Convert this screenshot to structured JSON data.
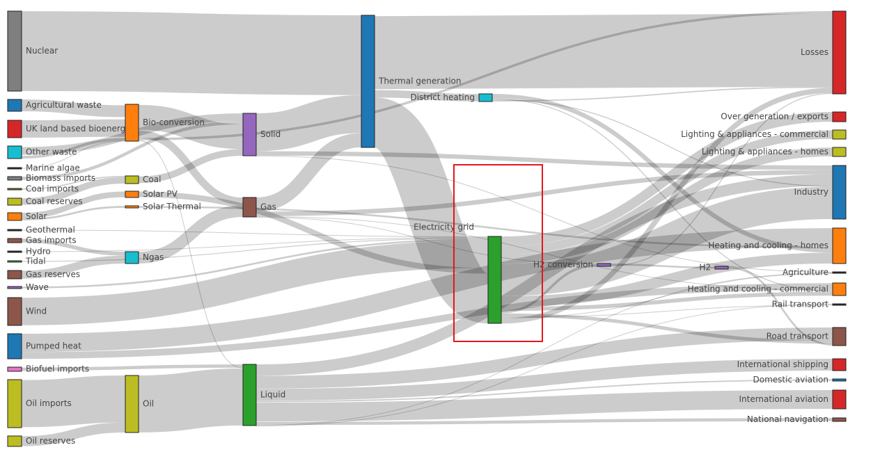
{
  "diagram": {
    "nodes": [
      {
        "id": "nuclear",
        "label": "Nuclear",
        "color": "#7f7f7f"
      },
      {
        "id": "agricultural-waste",
        "label": "Agricultural waste",
        "color": "#1f77b4"
      },
      {
        "id": "uk-land-based-bioenergy",
        "label": "UK land based bioenergy",
        "color": "#d62728"
      },
      {
        "id": "other-waste",
        "label": "Other waste",
        "color": "#17becf"
      },
      {
        "id": "marine-algae",
        "label": "Marine algae",
        "color": "#2b2b2b"
      },
      {
        "id": "biomass-imports",
        "label": "Biomass imports",
        "color": "#7f7f7f"
      },
      {
        "id": "coal-imports",
        "label": "Coal imports",
        "color": "#8c6d31"
      },
      {
        "id": "coal-reserves",
        "label": "Coal reserves",
        "color": "#bcbd22"
      },
      {
        "id": "solar",
        "label": "Solar",
        "color": "#ff7f0e"
      },
      {
        "id": "geothermal",
        "label": "Geothermal",
        "color": "#2b2b2b"
      },
      {
        "id": "gas-imports",
        "label": "Gas imports",
        "color": "#8c564b"
      },
      {
        "id": "hydro",
        "label": "Hydro",
        "color": "#2b2b2b"
      },
      {
        "id": "tidal",
        "label": "Tidal",
        "color": "#2ca02c"
      },
      {
        "id": "gas-reserves",
        "label": "Gas reserves",
        "color": "#8c564b"
      },
      {
        "id": "wave",
        "label": "Wave",
        "color": "#9467bd"
      },
      {
        "id": "wind",
        "label": "Wind",
        "color": "#8c564b"
      },
      {
        "id": "pumped-heat",
        "label": "Pumped heat",
        "color": "#1f77b4"
      },
      {
        "id": "biofuel-imports",
        "label": "Biofuel imports",
        "color": "#e377c2"
      },
      {
        "id": "oil-imports",
        "label": "Oil imports",
        "color": "#bcbd22"
      },
      {
        "id": "oil-reserves",
        "label": "Oil reserves",
        "color": "#bcbd22"
      },
      {
        "id": "bio-conversion",
        "label": "Bio-conversion",
        "color": "#ff7f0e"
      },
      {
        "id": "coal",
        "label": "Coal",
        "color": "#bcbd22"
      },
      {
        "id": "solar-pv",
        "label": "Solar PV",
        "color": "#ff7f0e"
      },
      {
        "id": "solar-thermal",
        "label": "Solar Thermal",
        "color": "#ff7f0e"
      },
      {
        "id": "ngas",
        "label": "Ngas",
        "color": "#17becf"
      },
      {
        "id": "oil",
        "label": "Oil",
        "color": "#bcbd22"
      },
      {
        "id": "solid",
        "label": "Solid",
        "color": "#9467bd"
      },
      {
        "id": "gas",
        "label": "Gas",
        "color": "#8c564b"
      },
      {
        "id": "liquid",
        "label": "Liquid",
        "color": "#2ca02c"
      },
      {
        "id": "thermal-generation",
        "label": "Thermal generation",
        "color": "#1f77b4"
      },
      {
        "id": "district-heating",
        "label": "District heating",
        "color": "#17becf"
      },
      {
        "id": "electricity-grid",
        "label": "Electricity grid",
        "color": "#2ca02c"
      },
      {
        "id": "h2-conversion",
        "label": "H2 conversion",
        "color": "#9467bd"
      },
      {
        "id": "h2",
        "label": "H2",
        "color": "#9467bd"
      },
      {
        "id": "losses",
        "label": "Losses",
        "color": "#d62728"
      },
      {
        "id": "over-generation-exports",
        "label": "Over generation / exports",
        "color": "#d62728"
      },
      {
        "id": "lighting-appliances-commercial",
        "label": "Lighting & appliances - commercial",
        "color": "#bcbd22"
      },
      {
        "id": "lighting-appliances-homes",
        "label": "Lighting & appliances - homes",
        "color": "#bcbd22"
      },
      {
        "id": "industry",
        "label": "Industry",
        "color": "#1f77b4"
      },
      {
        "id": "heating-cooling-homes",
        "label": "Heating and cooling - homes",
        "color": "#ff7f0e"
      },
      {
        "id": "agriculture",
        "label": "Agriculture",
        "color": "#2b2b2b"
      },
      {
        "id": "heating-cooling-commercial",
        "label": "Heating and cooling - commercial",
        "color": "#ff7f0e"
      },
      {
        "id": "rail-transport",
        "label": "Rail transport",
        "color": "#2b2b2b"
      },
      {
        "id": "road-transport",
        "label": "Road transport",
        "color": "#8c564b"
      },
      {
        "id": "international-shipping",
        "label": "International shipping",
        "color": "#d62728"
      },
      {
        "id": "domestic-aviation",
        "label": "Domestic aviation",
        "color": "#1f77b4"
      },
      {
        "id": "international-aviation",
        "label": "International aviation",
        "color": "#d62728"
      },
      {
        "id": "national-navigation",
        "label": "National navigation",
        "color": "#8c564b"
      }
    ],
    "links": [
      {
        "source": "nuclear",
        "target": "thermal-generation",
        "value": 840
      },
      {
        "source": "agricultural-waste",
        "target": "bio-conversion",
        "value": 124
      },
      {
        "source": "uk-land-based-bioenergy",
        "target": "bio-conversion",
        "value": 180
      },
      {
        "source": "other-waste",
        "target": "solid",
        "value": 88
      },
      {
        "source": "other-waste",
        "target": "bio-conversion",
        "value": 24
      },
      {
        "source": "marine-algae",
        "target": "bio-conversion",
        "value": 4
      },
      {
        "source": "biomass-imports",
        "target": "solid",
        "value": 35
      },
      {
        "source": "coal-imports",
        "target": "coal",
        "value": 11
      },
      {
        "source": "coal-reserves",
        "target": "coal",
        "value": 63
      },
      {
        "source": "solar",
        "target": "solar-pv",
        "value": 60
      },
      {
        "source": "solar",
        "target": "solar-thermal",
        "value": 20
      },
      {
        "source": "geothermal",
        "target": "electricity-grid",
        "value": 7
      },
      {
        "source": "gas-imports",
        "target": "ngas",
        "value": 40
      },
      {
        "source": "hydro",
        "target": "electricity-grid",
        "value": 6
      },
      {
        "source": "tidal",
        "target": "electricity-grid",
        "value": 9
      },
      {
        "source": "gas-reserves",
        "target": "ngas",
        "value": 82
      },
      {
        "source": "wave",
        "target": "electricity-grid",
        "value": 19
      },
      {
        "source": "wind",
        "target": "electricity-grid",
        "value": 289
      },
      {
        "source": "pumped-heat",
        "target": "heating-cooling-homes",
        "value": 194
      },
      {
        "source": "pumped-heat",
        "target": "heating-cooling-commercial",
        "value": 71
      },
      {
        "source": "biofuel-imports",
        "target": "liquid",
        "value": 35
      },
      {
        "source": "oil-imports",
        "target": "oil",
        "value": 504
      },
      {
        "source": "oil-reserves",
        "target": "oil",
        "value": 107
      },
      {
        "source": "bio-conversion",
        "target": "solid",
        "value": 280
      },
      {
        "source": "bio-conversion",
        "target": "gas",
        "value": 81
      },
      {
        "source": "bio-conversion",
        "target": "losses",
        "value": 26
      },
      {
        "source": "bio-conversion",
        "target": "liquid",
        "value": 8
      },
      {
        "source": "coal",
        "target": "solid",
        "value": 75
      },
      {
        "source": "solar-pv",
        "target": "electricity-grid",
        "value": 60
      },
      {
        "source": "solar-thermal",
        "target": "heating-cooling-homes",
        "value": 19
      },
      {
        "source": "ngas",
        "target": "gas",
        "value": 122
      },
      {
        "source": "oil",
        "target": "liquid",
        "value": 611
      },
      {
        "source": "solid",
        "target": "thermal-generation",
        "value": 400
      },
      {
        "source": "solid",
        "target": "industry",
        "value": 46
      },
      {
        "source": "solid",
        "target": "agriculture",
        "value": 2
      },
      {
        "source": "gas",
        "target": "thermal-generation",
        "value": 151
      },
      {
        "source": "gas",
        "target": "industry",
        "value": 48
      },
      {
        "source": "gas",
        "target": "heating-cooling-commercial",
        "value": 5
      },
      {
        "source": "gas",
        "target": "h2-conversion",
        "value": 3
      },
      {
        "source": "liquid",
        "target": "industry",
        "value": 121
      },
      {
        "source": "liquid",
        "target": "road-transport",
        "value": 135
      },
      {
        "source": "liquid",
        "target": "international-shipping",
        "value": 128
      },
      {
        "source": "liquid",
        "target": "domestic-aviation",
        "value": 14
      },
      {
        "source": "liquid",
        "target": "international-aviation",
        "value": 206
      },
      {
        "source": "liquid",
        "target": "national-navigation",
        "value": 33
      },
      {
        "source": "liquid",
        "target": "agriculture",
        "value": 4
      },
      {
        "source": "liquid",
        "target": "rail-transport",
        "value": 2
      },
      {
        "source": "thermal-generation",
        "target": "losses",
        "value": 787
      },
      {
        "source": "thermal-generation",
        "target": "district-heating",
        "value": 79
      },
      {
        "source": "thermal-generation",
        "target": "electricity-grid",
        "value": 525
      },
      {
        "source": "district-heating",
        "target": "heating-cooling-homes",
        "value": 46
      },
      {
        "source": "district-heating",
        "target": "heating-cooling-commercial",
        "value": 10
      },
      {
        "source": "district-heating",
        "target": "industry",
        "value": 10
      },
      {
        "source": "district-heating",
        "target": "losses",
        "value": 13
      },
      {
        "source": "electricity-grid",
        "target": "over-generation-exports",
        "value": 104
      },
      {
        "source": "electricity-grid",
        "target": "lighting-appliances-commercial",
        "value": 90
      },
      {
        "source": "electricity-grid",
        "target": "lighting-appliances-homes",
        "value": 93
      },
      {
        "source": "electricity-grid",
        "target": "industry",
        "value": 342
      },
      {
        "source": "electricity-grid",
        "target": "heating-cooling-homes",
        "value": 113
      },
      {
        "source": "electricity-grid",
        "target": "heating-cooling-commercial",
        "value": 41
      },
      {
        "source": "electricity-grid",
        "target": "h2-conversion",
        "value": 27
      },
      {
        "source": "electricity-grid",
        "target": "road-transport",
        "value": 37
      },
      {
        "source": "electricity-grid",
        "target": "rail-transport",
        "value": 7
      },
      {
        "source": "electricity-grid",
        "target": "agriculture",
        "value": 4
      },
      {
        "source": "electricity-grid",
        "target": "losses",
        "value": 56
      },
      {
        "source": "h2-conversion",
        "target": "h2",
        "value": 20
      },
      {
        "source": "h2-conversion",
        "target": "losses",
        "value": 10
      },
      {
        "source": "h2",
        "target": "road-transport",
        "value": 20
      }
    ]
  }
}
